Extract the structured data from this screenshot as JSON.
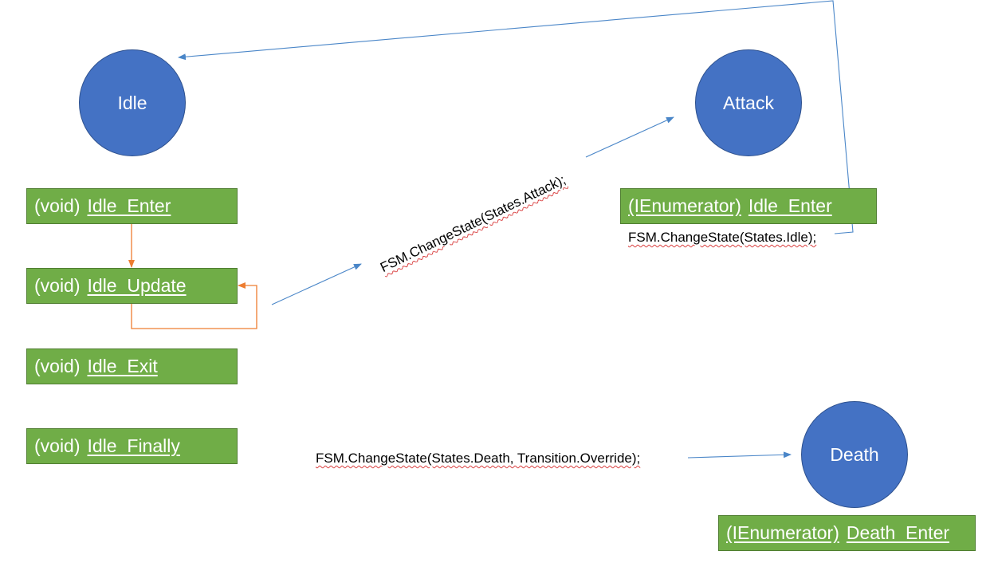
{
  "states": {
    "idle": "Idle",
    "attack": "Attack",
    "death": "Death"
  },
  "methods": {
    "idle_enter": {
      "type": "(void)",
      "name": "Idle_Enter"
    },
    "idle_update": {
      "type": "(void)",
      "name": "Idle_Update"
    },
    "idle_exit": {
      "type": "(void)",
      "name": "Idle_Exit"
    },
    "idle_finally": {
      "type": "(void)",
      "name": "Idle_Finally"
    },
    "attack_enter": {
      "type": "(IEnumerator)",
      "name": "Idle_Enter"
    },
    "death_enter": {
      "type": "(IEnumerator)",
      "name": "Death_Enter"
    }
  },
  "transitions": {
    "to_attack": "FSM.ChangeState(States.Attack);",
    "to_idle": "FSM.ChangeState(States.Idle);",
    "to_death": "FSM.ChangeState(States.Death, Transition.Override);"
  },
  "colors": {
    "state_fill": "#4472c4",
    "method_fill": "#70ad47",
    "blue_arrow": "#4a86c8",
    "orange_arrow": "#ed7d31"
  }
}
